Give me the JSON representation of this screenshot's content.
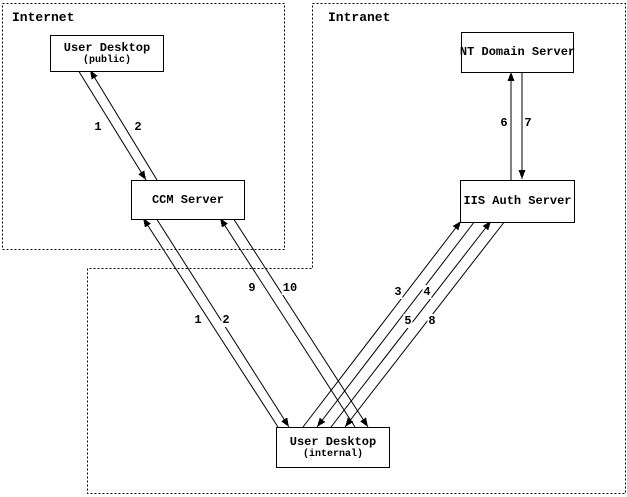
{
  "diagram": {
    "zones": [
      {
        "label": "Internet"
      },
      {
        "label": "Intranet"
      }
    ],
    "nodes": [
      {
        "title": "User Desktop",
        "subtitle": "(public)",
        "zone": "Internet"
      },
      {
        "title": "CCM Server",
        "subtitle": "",
        "zone": "Internet"
      },
      {
        "title": "NT Domain Server",
        "subtitle": "",
        "zone": "Intranet"
      },
      {
        "title": "IIS Auth Server",
        "subtitle": "",
        "zone": "Intranet"
      },
      {
        "title": "User Desktop",
        "subtitle": "(internal)",
        "zone": "Intranet"
      }
    ],
    "edges": [
      {
        "label": "1",
        "from": "User Desktop (public)",
        "to": "CCM Server"
      },
      {
        "label": "2",
        "from": "CCM Server",
        "to": "User Desktop (public)"
      },
      {
        "label": "1",
        "from": "User Desktop (internal)",
        "to": "CCM Server"
      },
      {
        "label": "2",
        "from": "CCM Server",
        "to": "User Desktop (internal)"
      },
      {
        "label": "9",
        "from": "User Desktop (internal)",
        "to": "CCM Server"
      },
      {
        "label": "10",
        "from": "CCM Server",
        "to": "User Desktop (internal)"
      },
      {
        "label": "3",
        "from": "User Desktop (internal)",
        "to": "IIS Auth Server"
      },
      {
        "label": "4",
        "from": "IIS Auth Server",
        "to": "User Desktop (internal)"
      },
      {
        "label": "5",
        "from": "User Desktop (internal)",
        "to": "IIS Auth Server"
      },
      {
        "label": "8",
        "from": "IIS Auth Server",
        "to": "User Desktop (internal)"
      },
      {
        "label": "6",
        "from": "IIS Auth Server",
        "to": "NT Domain Server"
      },
      {
        "label": "7",
        "from": "NT Domain Server",
        "to": "IIS Auth Server"
      }
    ],
    "colors": {
      "line": "#000000",
      "background": "#ffffff",
      "box_fill": "#ffffff"
    }
  }
}
